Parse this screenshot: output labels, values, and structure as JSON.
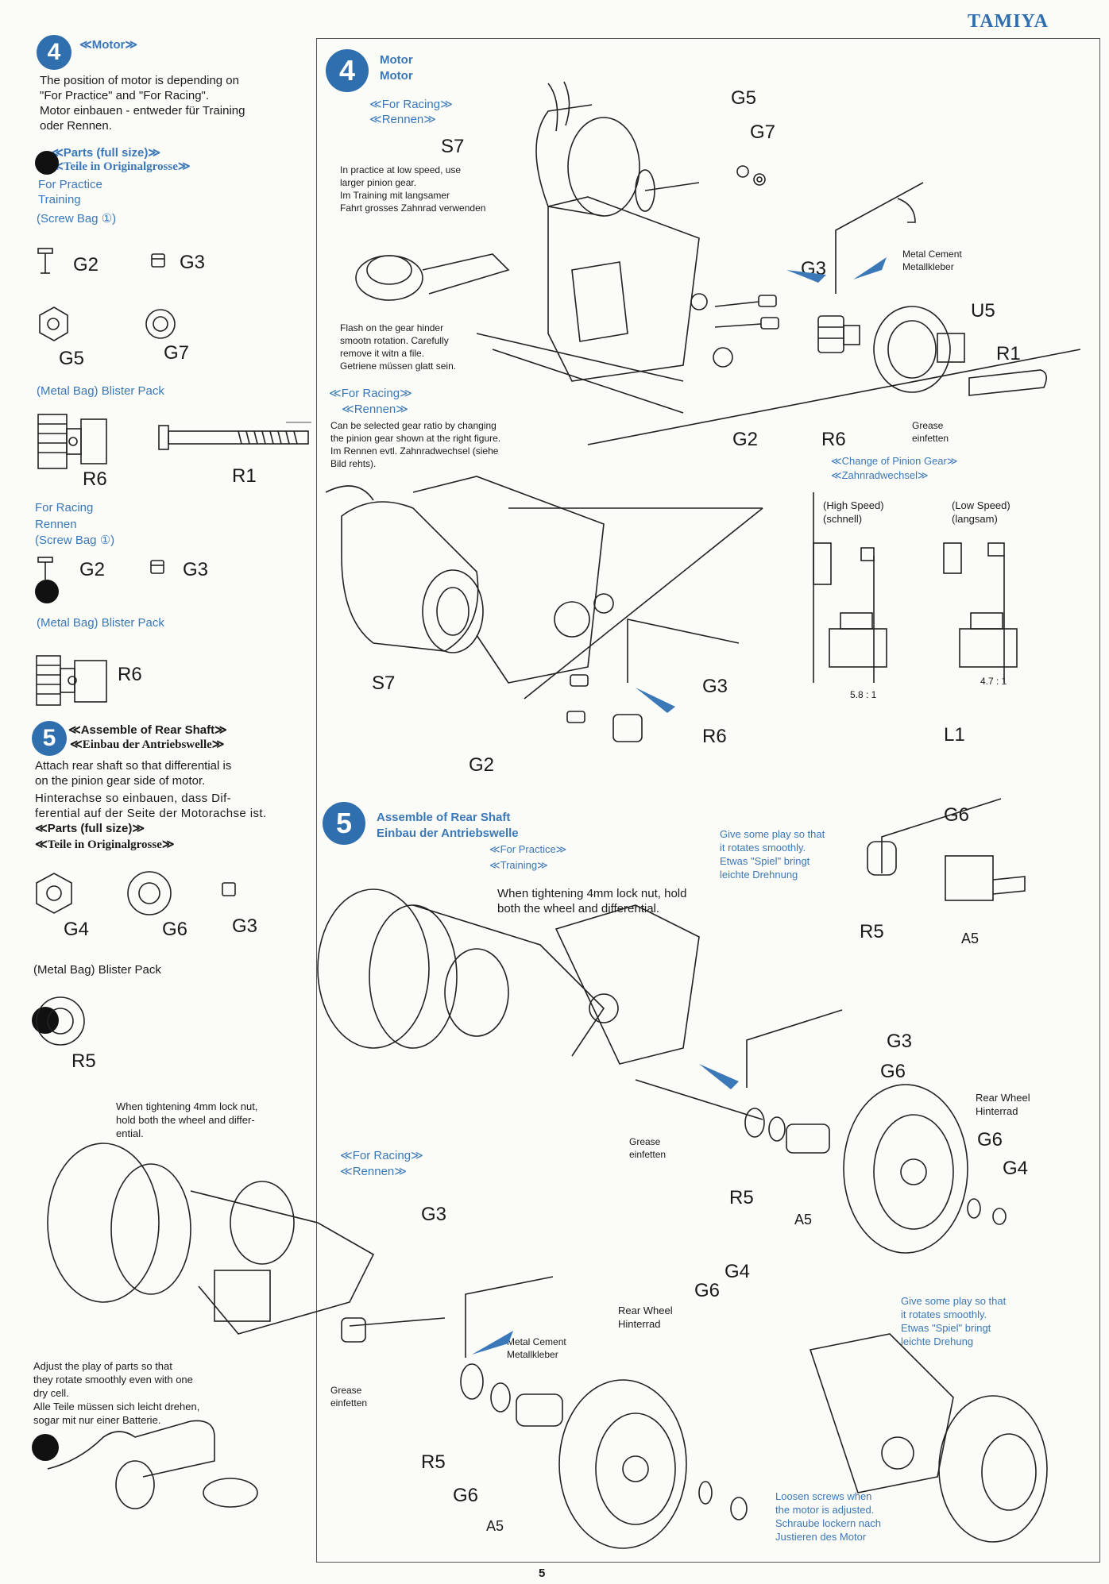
{
  "brand": "TAMIYA",
  "page_number": "5",
  "left": {
    "step4": {
      "num": "4",
      "title": "≪Motor≫",
      "desc": [
        "The position of motor is depending on",
        "\"For Practice\" and \"For Racing\".",
        "Motor einbauen - entweder für Training",
        "oder Rennen."
      ],
      "parts_en": "≪Parts (full size)≫",
      "parts_de": "≪Teile in Originalgrosse≫",
      "practice_en": "For Practice",
      "practice_de": "Training",
      "screw_bag1": "(Screw Bag ①)",
      "labels_a": {
        "g2": "G2",
        "g3": "G3",
        "g5": "G5",
        "g7": "G7"
      },
      "metal_bag1": "(Metal Bag) Blister Pack",
      "labels_b": {
        "r6": "R6",
        "r1": "R1"
      },
      "racing_en": "For Racing",
      "racing_de": "Rennen",
      "screw_bag2": "(Screw Bag ①)",
      "labels_c": {
        "g2": "G2",
        "g3": "G3"
      },
      "metal_bag2": "(Metal Bag) Blister Pack",
      "label_r6b": "R6"
    },
    "step5": {
      "num": "5",
      "title_en": "≪Assemble of Rear Shaft≫",
      "title_de": "≪Einbau der Antriebswelle≫",
      "desc_en": [
        "Attach rear shaft so that differential is",
        "on the pinion gear side of motor."
      ],
      "desc_de": [
        "Hinterachse so einbauen, dass Dif-",
        "ferential auf der Seite der Motorachse ist."
      ],
      "parts_en": "≪Parts (full size)≫",
      "parts_de": "≪Teile in Originalgrosse≫",
      "labels": {
        "g4": "G4",
        "g6": "G6",
        "g3": "G3"
      },
      "metal_bag": "(Metal Bag) Blister Pack",
      "label_r5": "R5"
    },
    "bottom": {
      "tighten": [
        "When tightening 4mm lock nut,",
        "hold both the wheel and differ-",
        "ential."
      ],
      "adjust_en": [
        "Adjust the play of parts so that",
        "they rotate smoothly even with one",
        "dry cell."
      ],
      "adjust_de": [
        "Alle Teile müssen sich leicht drehen,",
        "sogar mit nur einer Batterie."
      ]
    }
  },
  "right": {
    "step4": {
      "num": "4",
      "title_en": "Motor",
      "title_de": "Motor",
      "racing_en": "≪For Racing≫",
      "racing_de": "≪Rennen≫",
      "s7": "S7",
      "practice_note": [
        "In practice at low speed, use",
        "larger pinion gear.",
        "Im Training mit langsamer",
        "Fahrt grosses Zahnrad verwenden"
      ],
      "flash_note": [
        "Flash on the gear hinder",
        "smootn rotation. Carefully",
        "remove it witn a file.",
        "Getriene müssen glatt sein."
      ],
      "racing2_en": "≪For Racing≫",
      "racing2_de": "≪Rennen≫",
      "ratio_note": [
        "Can be selected gear ratio by changing",
        "the pinion gear shown at the right figure.",
        "Im Rennen evtl. Zahnradwechsel (siehe",
        "Bild rehts)."
      ],
      "g5": "G5",
      "g7": "G7",
      "g3": "G3",
      "u5": "U5",
      "r1": "R1",
      "g2": "G2",
      "r6": "R6",
      "metal_cement": "Metal Cement",
      "metallkleber": "Metallkleber",
      "grease": "Grease",
      "einfetten": "einfetten",
      "change_en": "≪Change of Pinion Gear≫",
      "change_de": "≪Zahnradwechsel≫",
      "high_en": "(High Speed)",
      "high_de": "(schnell)",
      "low_en": "(Low Speed)",
      "low_de": "(langsam)",
      "ratio_high": "5.8 : 1",
      "ratio_low": "4.7 : 1",
      "s7b": "S7",
      "g3b": "G3",
      "r6b": "R6",
      "g2b": "G2"
    },
    "step5": {
      "num": "5",
      "title_en": "Assemble of Rear Shaft",
      "title_de": "Einbau der Antriebswelle",
      "practice_en": "≪For Practice≫",
      "practice_de": "≪Training≫",
      "l1": "L1",
      "g6": "G6",
      "r5": "R5",
      "a5": "A5",
      "play_en": [
        "Give some play so that",
        "it rotates smoothly."
      ],
      "play_de": [
        "Etwas \"Spiel\" bringt",
        "leichte Drehnung"
      ],
      "tighten": [
        "When tightening 4mm lock nut, hold",
        "both the wheel and differential."
      ],
      "g3": "G3",
      "g6b": "G6",
      "grease": "Grease",
      "einfetten": "einfetten",
      "r5b": "R5",
      "a5b": "A5",
      "rear_wheel": "Rear Wheel",
      "hinterrad": "Hinterrad",
      "g6c": "G6",
      "g4": "G4"
    },
    "racing": {
      "title_en": "≪For Racing≫",
      "title_de": "≪Rennen≫",
      "g3": "G3",
      "metal_cement": "Metal Cement",
      "metallkleber": "Metallkleber",
      "grease": "Grease",
      "einfetten": "einfetten",
      "r5": "R5",
      "g6": "G6",
      "a5": "A5",
      "g6b": "G6",
      "g4": "G4",
      "rear_wheel": "Rear Wheel",
      "hinterrad": "Hinterrad",
      "play_en": [
        "Give some play so that",
        "it rotates smoothly."
      ],
      "play_de": [
        "Etwas \"Spiel\" bringt",
        "leichte Drehung"
      ],
      "loosen_en": [
        "Loosen screws when",
        "the motor is adjusted."
      ],
      "loosen_de": [
        "Schraube lockern nach",
        "Justieren des Motor"
      ]
    }
  }
}
